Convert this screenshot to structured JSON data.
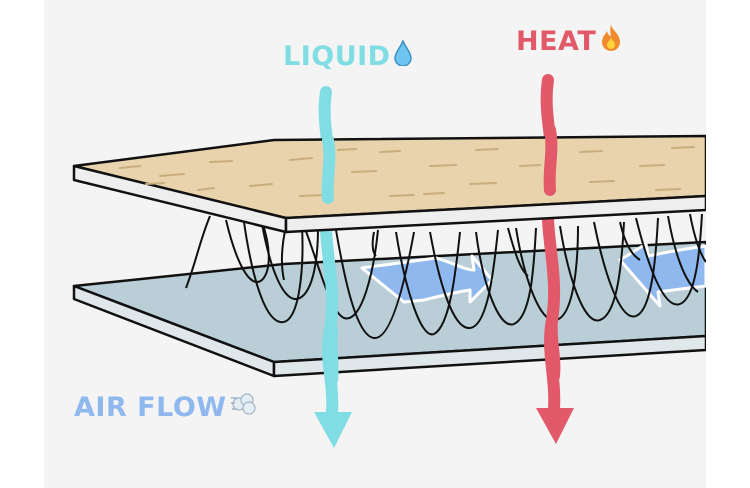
{
  "labels": {
    "liquid": "LIQUID",
    "heat": "HEAT",
    "air_flow": "AIR FLOW"
  },
  "icons": {
    "liquid": "water-drop-icon",
    "heat": "fire-icon",
    "air_flow": "wind-puff-icon"
  },
  "colors": {
    "liquid": "#7fdde3",
    "heat": "#e2596a",
    "air_flow": "#8fb8ee",
    "top_layer": "#e8d3ad",
    "bottom_layer": "#b9ced6",
    "background": "#f4f4f4"
  }
}
